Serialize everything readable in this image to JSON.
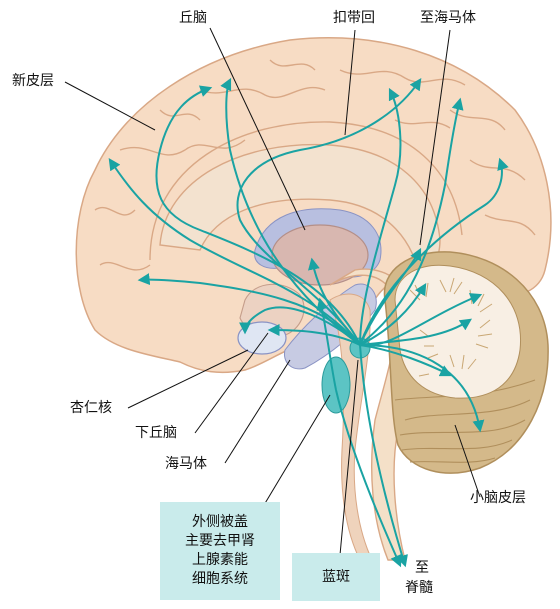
{
  "labels": {
    "thalamus": "丘脑",
    "cingulate": "扣带回",
    "to_hippocampus": "至海马体",
    "neocortex": "新皮层",
    "amygdala": "杏仁核",
    "hypothalamus": "下丘脑",
    "hippocampus": "海马体",
    "cerebellar_cortex": "小脑皮层",
    "locus_coeruleus": "蓝斑",
    "to_spinal_1": "至",
    "to_spinal_2": "脊髓"
  },
  "lateral_box": [
    "外侧被盖",
    "主要去甲肾",
    "上腺素能",
    "细胞系统"
  ],
  "colors": {
    "cortex": "#f7dcc4",
    "cortex_stroke": "#d9a886",
    "arrow": "#1aa3a3",
    "thalamus": "#d8b7b0",
    "ventricle": "#b8bfe0",
    "cerebellum_gray": "#d4b98a",
    "cerebellum_white": "#f8efe4",
    "nucleus": "#5cc4c4",
    "label_box": "#c9ebeb"
  }
}
